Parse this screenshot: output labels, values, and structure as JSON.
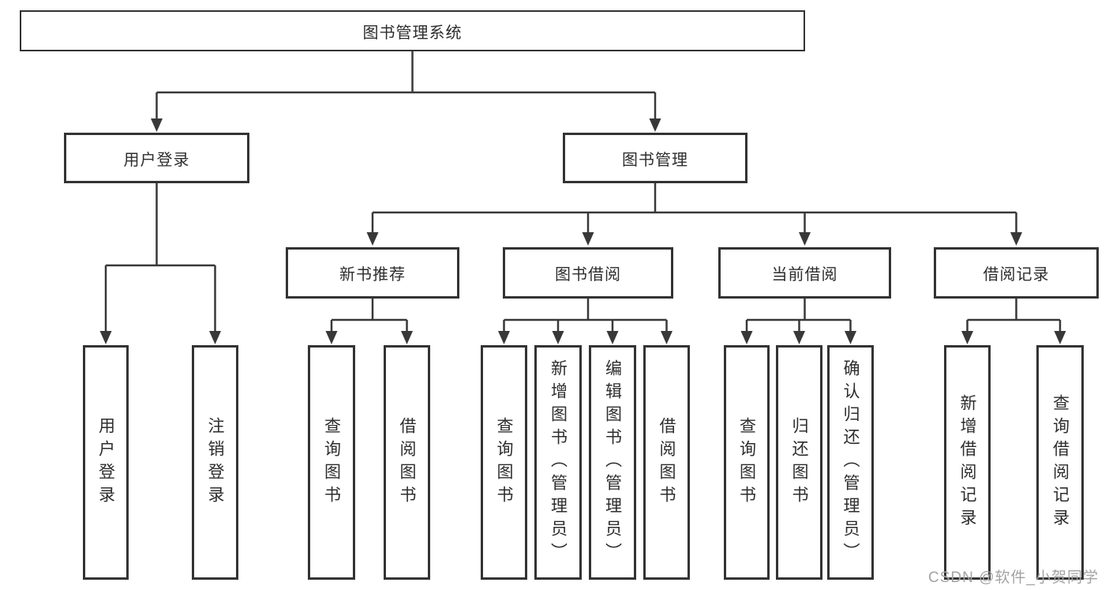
{
  "diagram": {
    "type": "tree-structure-chart",
    "title": "图书管理系统",
    "watermark": "CSDN @软件_小贺同学",
    "colors": {
      "line": "#383838",
      "box_border": "#333333",
      "box_fill": "#ffffff",
      "text": "#2d2d2d",
      "watermark": "#a3a3a3",
      "background": "#ffffff"
    },
    "nodes": {
      "root": {
        "label": "图书管理系统"
      },
      "user_login": {
        "label": "用户登录"
      },
      "book_management": {
        "label": "图书管理"
      },
      "new_book_recommend": {
        "label": "新书推荐"
      },
      "book_borrow": {
        "label": "图书借阅"
      },
      "current_borrow": {
        "label": "当前借阅"
      },
      "borrow_records": {
        "label": "借阅记录"
      },
      "leaf_user_login": {
        "label": "用户登录"
      },
      "leaf_logout": {
        "label": "注销登录"
      },
      "leaf_rec_query_books": {
        "label": "查询图书"
      },
      "leaf_rec_borrow_books": {
        "label": "借阅图书"
      },
      "leaf_bb_query_books": {
        "label": "查询图书"
      },
      "leaf_bb_add_books": {
        "label": "新增图书（管理员）"
      },
      "leaf_bb_edit_books": {
        "label": "编辑图书（管理员）"
      },
      "leaf_bb_borrow_books": {
        "label": "借阅图书"
      },
      "leaf_cb_query_books": {
        "label": "查询图书"
      },
      "leaf_cb_return_books": {
        "label": "归还图书"
      },
      "leaf_cb_confirm_return": {
        "label": "确认归还（管理员）"
      },
      "leaf_br_add_record": {
        "label": "新增借阅记录"
      },
      "leaf_br_query_record": {
        "label": "查询借阅记录"
      }
    },
    "edges": [
      {
        "from": "root",
        "to": [
          "user_login",
          "book_management"
        ]
      },
      {
        "from": "user_login",
        "to": [
          "leaf_user_login",
          "leaf_logout"
        ]
      },
      {
        "from": "book_management",
        "to": [
          "new_book_recommend",
          "book_borrow",
          "current_borrow",
          "borrow_records"
        ]
      },
      {
        "from": "new_book_recommend",
        "to": [
          "leaf_rec_query_books",
          "leaf_rec_borrow_books"
        ]
      },
      {
        "from": "book_borrow",
        "to": [
          "leaf_bb_query_books",
          "leaf_bb_add_books",
          "leaf_bb_edit_books",
          "leaf_bb_borrow_books"
        ]
      },
      {
        "from": "current_borrow",
        "to": [
          "leaf_cb_query_books",
          "leaf_cb_return_books",
          "leaf_cb_confirm_return"
        ]
      },
      {
        "from": "borrow_records",
        "to": [
          "leaf_br_add_record",
          "leaf_br_query_record"
        ]
      }
    ]
  }
}
